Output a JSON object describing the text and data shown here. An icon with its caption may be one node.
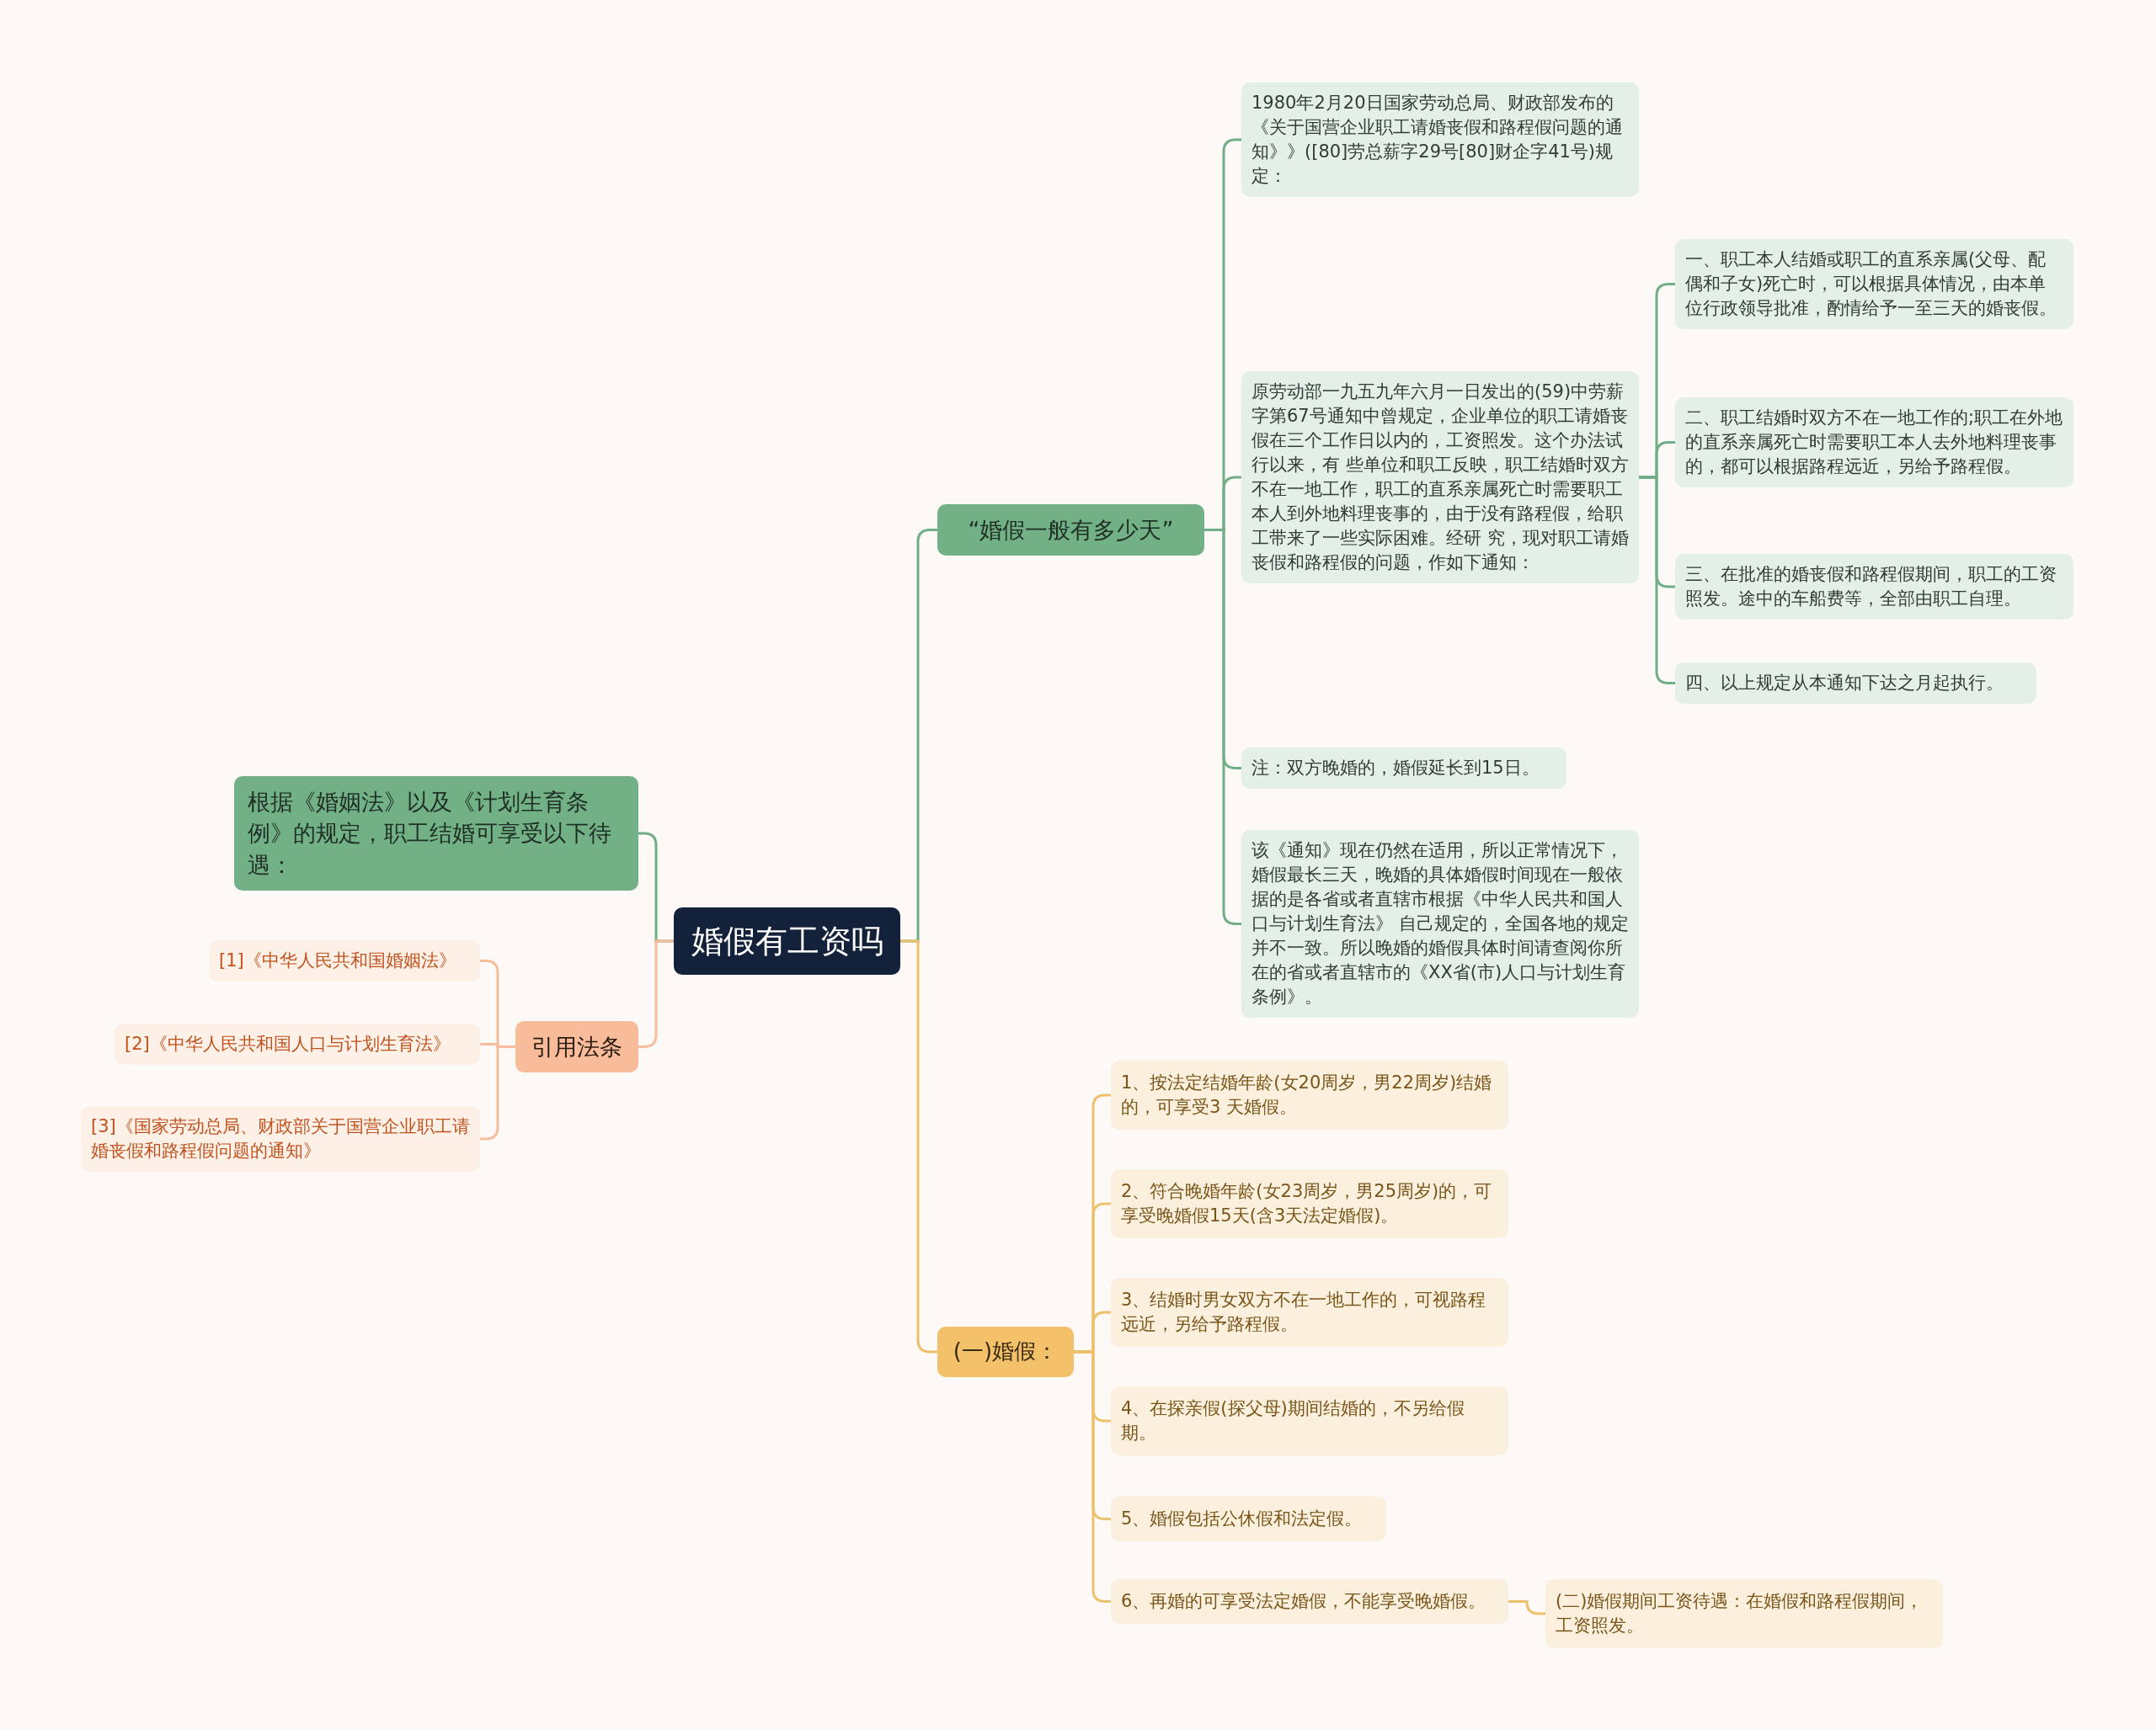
{
  "diagram": {
    "nodes": [
      {
        "text": [
          "婚假有工资吗"
        ]
      },
      {
        "text": [
          "“婚假一般有多少天”"
        ]
      },
      {
        "text": [
          "1980年2月20日国家劳动总局、财政部发布的《关于国营企业职工请婚丧假和路程假问题的通知》》([80]劳总薪字29号[80]财企字41号)规定："
        ]
      },
      {
        "text": [
          "原劳动部一九五九年六月一日发出的(59)中劳薪字第67号通知中曾规定，企业单位的职工请婚丧假在三个工作日以内的，工资照发。这个办法试行以来，有 些单位和职工反映，职工结婚时双方不在一地工作，职工的直系亲属死亡时需要职工本人到外地料理丧事的，由于没有路程假，给职工带来了一些实际困难。经研 究，现对职工请婚丧假和路程假的问题，作如下通知："
        ]
      },
      {
        "text": [
          "一、职工本人结婚或职工的直系亲属(父母、配偶和子女)死亡时，可以根据具体情况，由本单位行政领导批准，酌情给予一至三天的婚丧假。"
        ]
      },
      {
        "text": [
          "二、职工结婚时双方不在一地工作的;职工在外地的直系亲属死亡时需要职工本人去外地料理丧事的，都可以根据路程远近，另给予路程假。"
        ]
      },
      {
        "text": [
          "三、在批准的婚丧假和路程假期间，职工的工资照发。途中的车船费等，全部由职工自理。"
        ]
      },
      {
        "text": [
          "四、以上规定从本通知下达之月起执行。"
        ]
      },
      {
        "text": [
          "注：双方晚婚的，婚假延长到15日。"
        ]
      },
      {
        "text": [
          "该《通知》现在仍然在适用，所以正常情况下，婚假最长三天，晚婚的具体婚假时间现在一般依据的是各省或者直辖市根据《中华人民共和国人口与计划生育法》 自己规定的，全国各地的规定并不一致。所以晚婚的婚假具体时间请查阅你所在的省或者直辖市的《XX省(市)人口与计划生育条例》。"
        ]
      },
      {
        "text": [
          "(一)婚假："
        ]
      },
      {
        "text": [
          "1、按法定结婚年龄(女20周岁，男22周岁)结婚的，可享受3 天婚假。"
        ]
      },
      {
        "text": [
          "2、符合晚婚年龄(女23周岁，男25周岁)的，可享受晚婚假15天(含3天法定婚假)。"
        ]
      },
      {
        "text": [
          "3、结婚时男女双方不在一地工作的，可视路程远近，另给予路程假。"
        ]
      },
      {
        "text": [
          "4、在探亲假(探父母)期间结婚的，不另给假期。"
        ]
      },
      {
        "text": [
          "5、婚假包括公休假和法定假。"
        ]
      },
      {
        "text": [
          "6、再婚的可享受法定婚假，不能享受晚婚假。"
        ]
      },
      {
        "text": [
          "(二)婚假期间工资待遇：在婚假和路程假期间，工资照发。"
        ]
      },
      {
        "text": [
          "根据《婚姻法》以及《计划生育条例》的规定，职工结婚可享受以下待遇："
        ]
      },
      {
        "text": [
          "引用法条"
        ]
      },
      {
        "text": [
          "[1]《中华人民共和国婚姻法》"
        ]
      },
      {
        "text": [
          "[2]《中华人民共和国人口与计划生育法》"
        ]
      },
      {
        "text": [
          "[3]《国家劳动总局、财政部关于国营企业职工请婚丧假和路程假问题的通知》"
        ]
      }
    ],
    "edges": [
      {
        "from": 0,
        "to": 1,
        "arrow": "none"
      },
      {
        "from": 1,
        "to": 2,
        "arrow": "none"
      },
      {
        "from": 1,
        "to": 3,
        "arrow": "none"
      },
      {
        "from": 3,
        "to": 4,
        "arrow": "none"
      },
      {
        "from": 3,
        "to": 5,
        "arrow": "none"
      },
      {
        "from": 3,
        "to": 6,
        "arrow": "none"
      },
      {
        "from": 3,
        "to": 7,
        "arrow": "none"
      },
      {
        "from": 1,
        "to": 8,
        "arrow": "none"
      },
      {
        "from": 1,
        "to": 9,
        "arrow": "none"
      },
      {
        "from": 0,
        "to": 10,
        "arrow": "none",
        "color": "#edc06c"
      },
      {
        "from": 10,
        "to": 11,
        "arrow": "none",
        "color": "#edc06c"
      },
      {
        "from": 10,
        "to": 12,
        "arrow": "none",
        "color": "#edc06c"
      },
      {
        "from": 10,
        "to": 13,
        "arrow": "none",
        "color": "#edc06c"
      },
      {
        "from": 10,
        "to": 14,
        "arrow": "none",
        "color": "#edc06c"
      },
      {
        "from": 10,
        "to": 15,
        "arrow": "none",
        "color": "#edc06c"
      },
      {
        "from": 10,
        "to": 16,
        "arrow": "none",
        "color": "#edc06c"
      },
      {
        "from": 16,
        "to": 17,
        "arrow": "none",
        "color": "#edc06c"
      },
      {
        "from": 0,
        "to": 18,
        "arrow": "none"
      },
      {
        "from": 0,
        "to": 19,
        "arrow": "none",
        "color": "#f7bc9c"
      },
      {
        "from": 19,
        "to": 20,
        "arrow": "none",
        "color": "#f7bc9c"
      },
      {
        "from": 19,
        "to": 21,
        "arrow": "none",
        "color": "#f7bc9c"
      },
      {
        "from": 19,
        "to": 22,
        "arrow": "none",
        "color": "#f7bc9c"
      }
    ]
  }
}
